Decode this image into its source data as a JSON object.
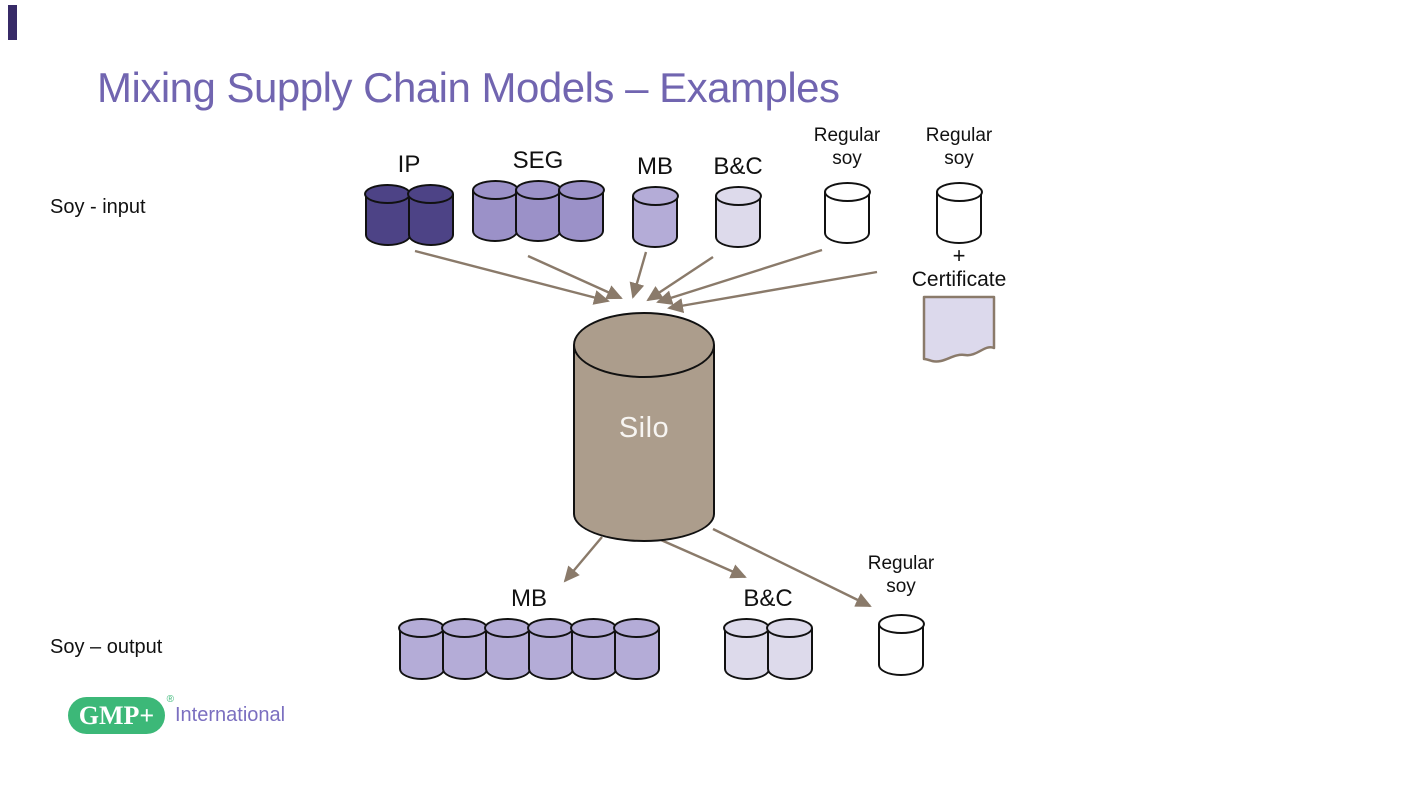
{
  "slide": {
    "title": "Mixing Supply Chain Models – Examples",
    "input_label": "Soy - input",
    "output_label": "Soy – output"
  },
  "colors": {
    "title": "#7165B0",
    "ip_cylinder": "#4D4386",
    "seg_cylinder": "#9B91C8",
    "mb_cylinder": "#B4ACD7",
    "bc_cylinder": "#DDDAEB",
    "regular_cylinder": "#FFFFFF",
    "silo": "#AC9D8C",
    "arrow": "#8A7A6A",
    "certificate_fill": "#DCD9EC",
    "certificate_border": "#8A7A6A",
    "accent_bar": "#372A67",
    "logo_green": "#3CB878",
    "logo_text_purple": "#7B6FC0"
  },
  "input_groups": [
    {
      "label": "IP",
      "count": 2,
      "color": "ip"
    },
    {
      "label": "SEG",
      "count": 3,
      "color": "seg"
    },
    {
      "label": "MB",
      "count": 1,
      "color": "mb"
    },
    {
      "label": "B&C",
      "count": 1,
      "color": "bc"
    },
    {
      "label": "Regular soy",
      "count": 1,
      "color": "regular"
    },
    {
      "label": "Regular soy",
      "count": 1,
      "color": "regular"
    }
  ],
  "certificate": {
    "plus": "+",
    "label": "Certificate"
  },
  "silo": {
    "label": "Silo"
  },
  "output_groups": [
    {
      "label": "MB",
      "count": 6,
      "color": "mb"
    },
    {
      "label": "B&C",
      "count": 2,
      "color": "bc"
    },
    {
      "label": "Regular soy",
      "count": 1,
      "color": "regular"
    }
  ],
  "logo": {
    "text": "GMP+",
    "registered": "®",
    "subtext": "International"
  }
}
